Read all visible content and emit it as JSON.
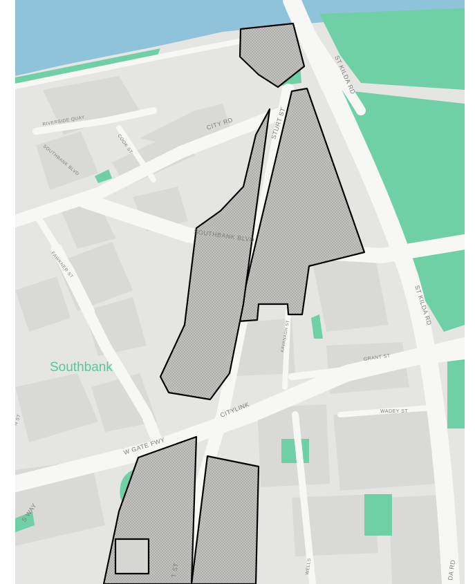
{
  "map": {
    "colors": {
      "land": "#e5e6e4",
      "block": "#d9dad8",
      "road": "#f7f7f6",
      "water": "#8fc3da",
      "park": "#6fd0a5",
      "precinct_outline": "#000000",
      "label": "#7d7d7d",
      "suburb_label": "#58c79a"
    },
    "suburb_label": "Southbank",
    "street_labels": {
      "city_rd": "CITY RD",
      "riverside_quay": "RIVERSIDE QUAY",
      "southbank_blvd_west": "SOUTHBANK BLVD",
      "cook_st": "COOK ST",
      "sturt_st_north": "STURT ST",
      "st_kilda_rd_north": "ST KILDA RD",
      "southbank_blvd": "SOUTHBANK BLVD",
      "fawkner_st": "FAWKNER ST",
      "st_kilda_rd_south": "ST KILDA RD",
      "grant_st": "GRANT ST",
      "citylink": "CITYLINK",
      "wadey_st": "WADEY ST",
      "w_gate_fwy": "W GATE FWY",
      "kings_way": "S WAY",
      "sturt_st_south": "T ST",
      "wells_st": "WELLS",
      "st_kilda_rd_bottom": "DA RD",
      "kavanagh_st": "KAVANAGH ST",
      "left_edge_st": "N ST"
    },
    "layers": [
      "water",
      "parks",
      "streets",
      "precinct-areas",
      "labels"
    ]
  }
}
